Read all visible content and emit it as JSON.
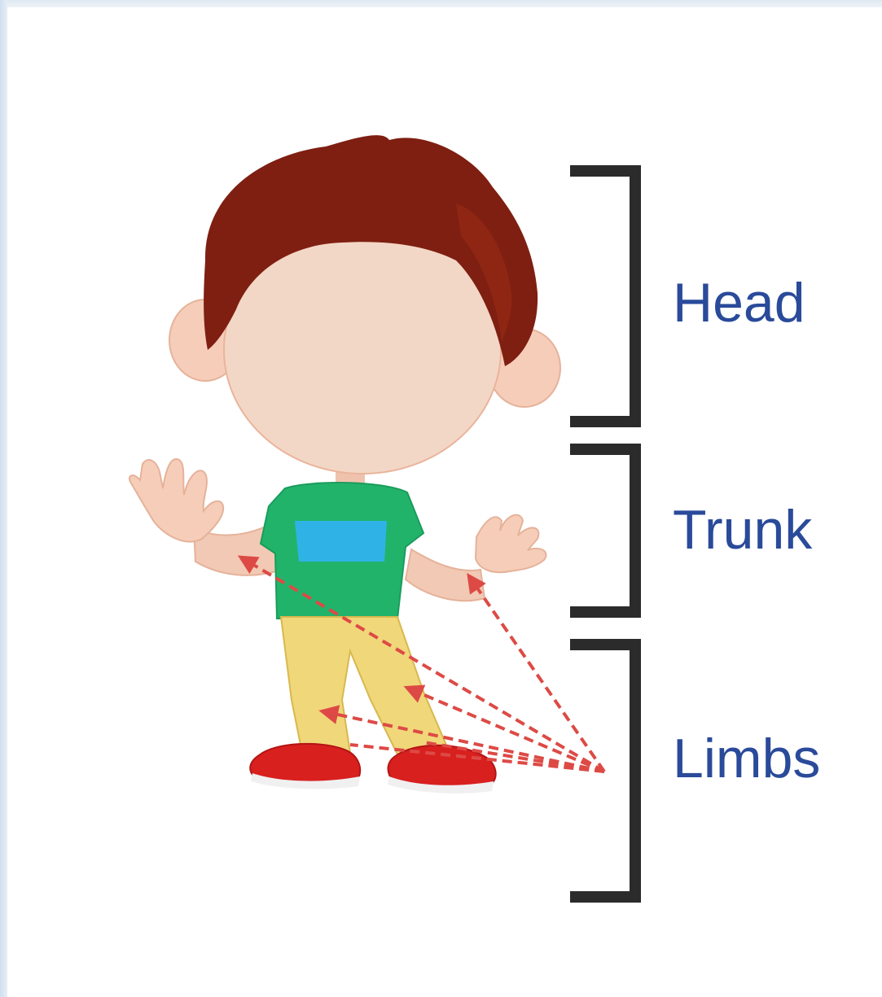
{
  "labels": {
    "head": "Head",
    "trunk": "Trunk",
    "limbs": "Limbs"
  },
  "colors": {
    "label_text": "#2a4a9a",
    "bracket": "#2b2b2b",
    "arrow": "#dd4a45",
    "hair": "#7e1f12",
    "skin": "#f3d7c6",
    "shirt": "#22b36b",
    "shirt_stripe": "#2fb3e6",
    "pants": "#f0d77a",
    "shoes": "#d8201f"
  }
}
